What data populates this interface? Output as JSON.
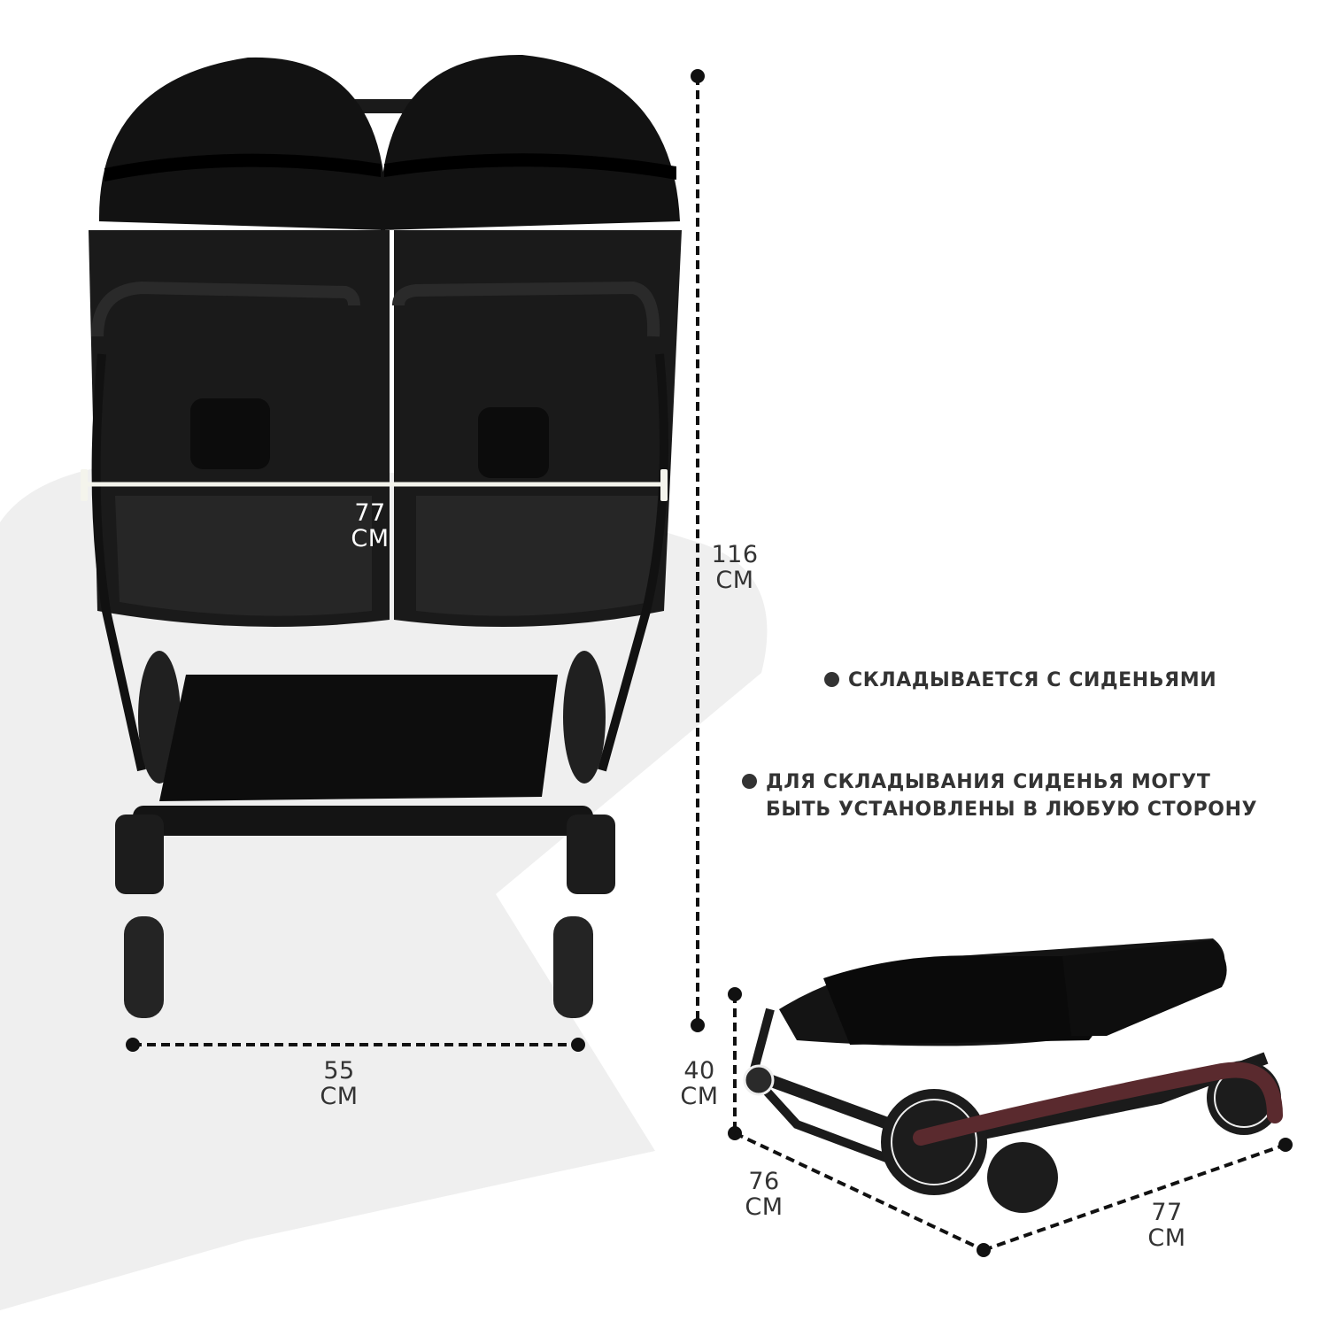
{
  "infographic": {
    "colors": {
      "background": "#ffffff",
      "star_shape": "#efefef",
      "text": "#333333",
      "dimension_line": "#111111",
      "stroller_body": "#141414",
      "handlebar_leather": "#5a2a2e"
    },
    "unfolded_stroller": {
      "width_seats": {
        "value": "77",
        "unit": "СМ"
      },
      "wheelbase_width": {
        "value": "55",
        "unit": "СМ"
      },
      "height": {
        "value": "116",
        "unit": "СМ"
      }
    },
    "folded_stroller": {
      "height": {
        "value": "40",
        "unit": "СМ"
      },
      "depth": {
        "value": "76",
        "unit": "СМ"
      },
      "width": {
        "value": "77",
        "unit": "СМ"
      }
    },
    "features": [
      {
        "icon": "bullet-dot",
        "text": "СКЛАДЫВАЕТСЯ С СИДЕНЬЯМИ"
      },
      {
        "icon": "bullet-dot",
        "line1": "ДЛЯ СКЛАДЫВАНИЯ СИДЕНЬЯ МОГУТ",
        "line2": "БЫТЬ УСТАНОВЛЕНЫ В ЛЮБУЮ СТОРОНУ"
      }
    ]
  }
}
